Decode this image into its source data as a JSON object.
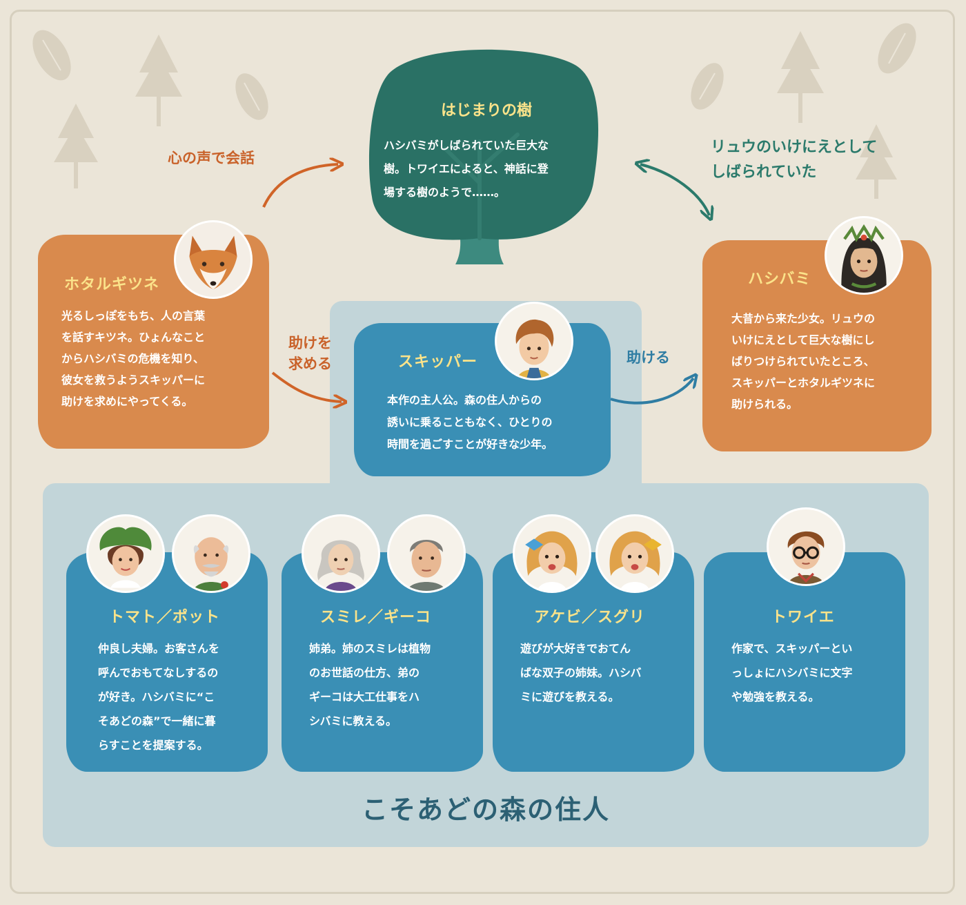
{
  "tree": {
    "name": "はじまりの樹",
    "description": "ハシバミがしばられていた巨大な\n樹。トワイエによると、神話に登\n場する樹のようで……。"
  },
  "relations": {
    "fox_to_tree": "心の声で会話",
    "hashibami_tree": "リュウのいけにえとして\nしばられていた",
    "fox_to_skipper": "助けを\n求める",
    "skipper_to_hashibami": "助ける"
  },
  "characters": {
    "fox": {
      "name": "ホタルギツネ",
      "description": "光るしっぽをもち、人の言葉\nを話すキツネ。ひょんなこと\nからハシバミの危機を知り、\n彼女を救うようスキッパーに\n助けを求めにやってくる。",
      "portrait_icon": "fox-portrait-icon"
    },
    "skipper": {
      "name": "スキッパー",
      "description": "本作の主人公。森の住人からの\n誘いに乗ることもなく、ひとりの\n時間を過ごすことが好きな少年。",
      "portrait_icon": "boy-portrait-icon"
    },
    "hashibami": {
      "name": "ハシバミ",
      "description": "大昔から来た少女。リュウの\nいけにえとして巨大な樹にし\nばりつけられていたところ、\nスキッパーとホタルギツネに\n助けられる。",
      "portrait_icon": "girl-portrait-icon"
    }
  },
  "residents": {
    "title": "こそあどの森の住人",
    "groups": [
      {
        "name": "トマト／ポット",
        "description": "仲良し夫婦。お客さんを\n呼んでおもてなしするの\nが好き。ハシバミに“こ\nそあどの森”で一緒に暮\nらすことを提案する。"
      },
      {
        "name": "スミレ／ギーコ",
        "description": "姉弟。姉のスミレは植物\nのお世話の仕方、弟の\nギーコは大工仕事をハ\nシバミに教える。"
      },
      {
        "name": "アケビ／スグリ",
        "description": "遊びが大好きでおてん\nばな双子の姉妹。ハシバ\nミに遊びを教える。"
      },
      {
        "name": "トワイエ",
        "description": "作家で、スキッパーとい\nっしょにハシバミに文字\nや勉強を教える。"
      }
    ]
  },
  "colors": {
    "background": "#ebe5d8",
    "orange_box": "#d98a4d",
    "blue_box": "#3a8fb5",
    "tree": "#2a7165",
    "panel": "#c2d5d9",
    "name_yellow": "#fbe38a",
    "orange_text": "#c9622a",
    "green_text": "#2b7a6b",
    "blue_text": "#2f7da3",
    "panel_title": "#2c6074"
  }
}
